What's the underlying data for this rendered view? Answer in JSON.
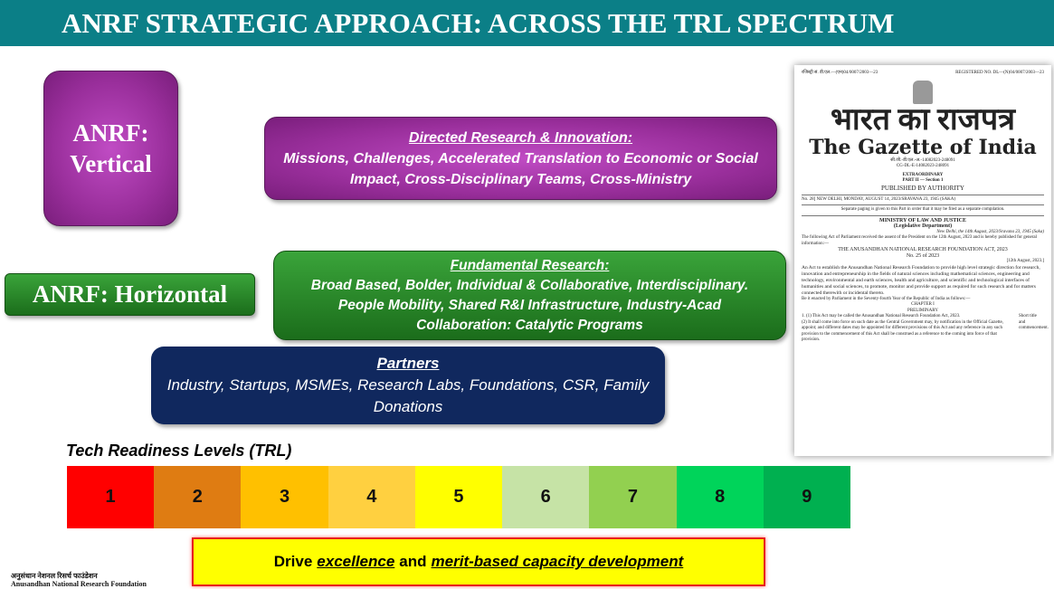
{
  "title": "ANRF STRATEGIC APPROACH: ACROSS THE TRL SPECTRUM",
  "vertical": {
    "line1": "ANRF:",
    "line2": "Vertical"
  },
  "directed": {
    "heading": "Directed Research & Innovation:",
    "body": "Missions, Challenges, Accelerated Translation to Economic or Social Impact, Cross-Disciplinary Teams, Cross-Ministry"
  },
  "horizontal": {
    "label": "ANRF: Horizontal"
  },
  "fundamental": {
    "heading": "Fundamental Research:",
    "body": "Broad Based, Bolder, Individual & Collaborative, Interdisciplinary. People Mobility, Shared R&I Infrastructure, Industry-Acad Collaboration: Catalytic Programs"
  },
  "partners": {
    "heading": "Partners",
    "body": "Industry, Startups, MSMEs, Research Labs, Foundations, CSR, Family Donations"
  },
  "trl": {
    "label": "Tech Readiness Levels (TRL)",
    "levels": [
      {
        "n": "1",
        "color": "#ff0000"
      },
      {
        "n": "2",
        "color": "#df7c12"
      },
      {
        "n": "3",
        "color": "#ffc000"
      },
      {
        "n": "4",
        "color": "#ffd040"
      },
      {
        "n": "5",
        "color": "#ffff00"
      },
      {
        "n": "6",
        "color": "#c6e3a6"
      },
      {
        "n": "7",
        "color": "#92d050"
      },
      {
        "n": "8",
        "color": "#00d45a"
      },
      {
        "n": "9",
        "color": "#00b050"
      }
    ]
  },
  "drive": {
    "pre": "Drive",
    "em1": "excellence",
    "mid": "and",
    "em2": "merit-based capacity development"
  },
  "gazette": {
    "top_left": "रजिस्ट्री सं. डी.एल.—(एन)04/0007/2003—23",
    "top_right": "REGISTERED NO. DL—(N)04/0007/2003—23",
    "hindi_title": "भारत का राजपत्र",
    "english_title": "The Gazette of India",
    "code1": "सी.जी.-डी.एल.-अ.-14082023-248091",
    "code2": "CG-DL-E-14082023-248091",
    "extraordinary": "EXTRAORDINARY",
    "part": "PART II — Section 1",
    "published": "PUBLISHED BY AUTHORITY",
    "dateline": "No. 28]   NEW DELHI, MONDAY, AUGUST 14, 2023/SRAVANA 23, 1945 (SAKA)",
    "paging": "Separate paging is given to this Part in order that it may be filed as a separate compilation.",
    "ministry": "MINISTRY OF LAW AND JUSTICE",
    "dept": "(Legislative Department)",
    "date": "New Delhi, the 14th August, 2023/Sravana 23, 1945 (Saka)",
    "intro": "The following Act of Parliament received the assent of the President on the 12th August, 2023 and is hereby published for general information:—",
    "act": "THE ANUSANDHAN NATIONAL RESEARCH FOUNDATION ACT, 2023",
    "actno": "No. 25 of 2023",
    "assent": "[12th August, 2023.]",
    "preamble": "An Act to establish the Anusandhan National Research Foundation to provide high level strategic direction for research, innovation and entrepreneurship in the fields of natural sciences including mathematical sciences, engineering and technology, environmental and earth sciences, health and agriculture, and scientific and technological interfaces of humanities and social sciences, to promote, monitor and provide support as required for such research and for matters connected therewith or incidental thereto.",
    "enacted": "Be it enacted by Parliament in the Seventy-fourth Year of the Republic of India as follows:—",
    "chapter": "CHAPTER I",
    "prelim": "PRELIMINARY",
    "s1": "1. (1) This Act may be called the Anusandhan National Research Foundation Act, 2023.",
    "s2": "(2) It shall come into force on such date as the Central Government may, by notification in the Official Gazette, appoint; and different dates may be appointed for different provisions of this Act and any reference in any such provision to the commencement of this Act shall be construed as a reference to the coming into force of that provision.",
    "margin": "Short title and commencement."
  },
  "logo": {
    "hindi": "अनुसंधान नेशनल रिसर्च फाउंडेशन",
    "english": "Anusandhan National Research Foundation"
  }
}
